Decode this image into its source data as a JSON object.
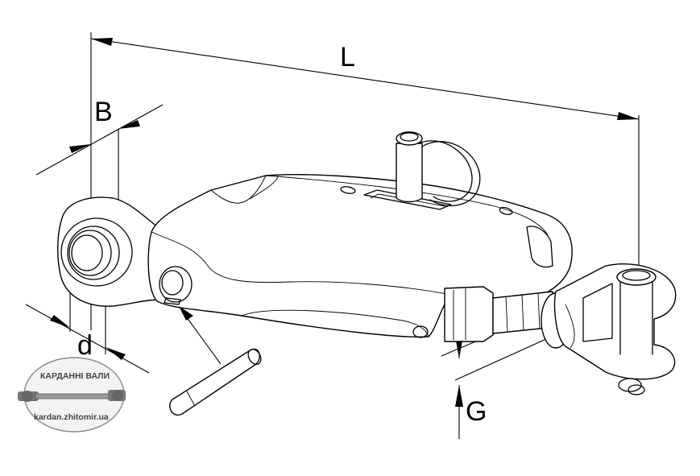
{
  "diagram": {
    "dimension_labels": {
      "length": "L",
      "width": "B",
      "diameter": "d",
      "thread": "G"
    }
  },
  "watermark": {
    "title": "КАРДАННІ ВАЛИ",
    "url": "kardan.zhitomir.ua"
  }
}
